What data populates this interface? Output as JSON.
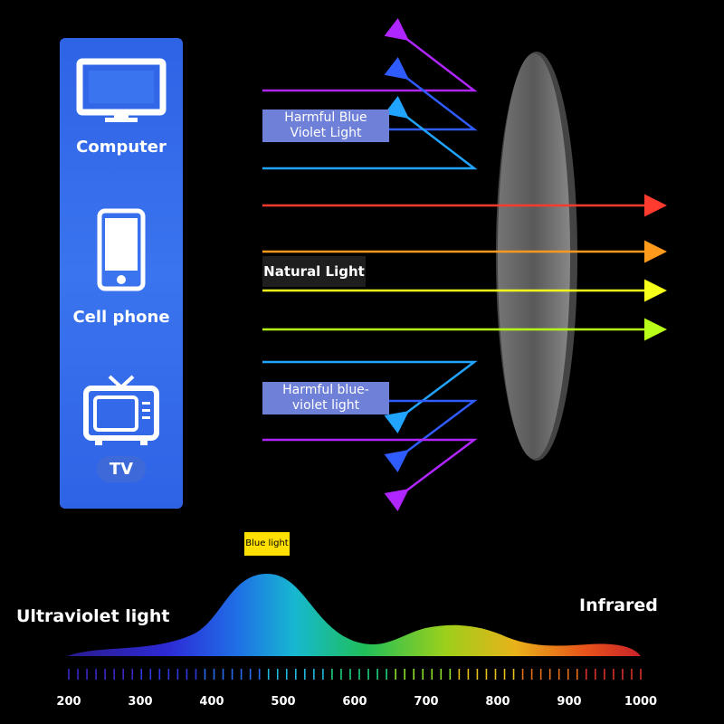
{
  "devices": [
    {
      "label": "Computer",
      "icon": "monitor-icon"
    },
    {
      "label": "Cell phone",
      "icon": "phone-icon"
    },
    {
      "label": "TV",
      "icon": "tv-icon"
    }
  ],
  "labels": {
    "harmful_top_line1": "Harmful Blue",
    "harmful_top_line2": "Violet Light",
    "natural": "Natural Light",
    "harmful_bottom_line1": "Harmful blue-",
    "harmful_bottom_line2": "violet light",
    "blue_light": "Blue light",
    "ultraviolet": "Ultraviolet light",
    "infrared": "Infrared"
  },
  "spectrum": {
    "ticks": [
      "200",
      "300",
      "400",
      "500",
      "600",
      "700",
      "800",
      "900",
      "1000"
    ]
  },
  "colors": {
    "panel": "#3a74ee",
    "violet": "#b026ff",
    "blue": "#2f5cff",
    "sky": "#21a4ff",
    "red": "#ff3b2f",
    "orange": "#ff9a1a",
    "yellow": "#f4ff1a",
    "yellowgreen": "#b8ff1a"
  }
}
